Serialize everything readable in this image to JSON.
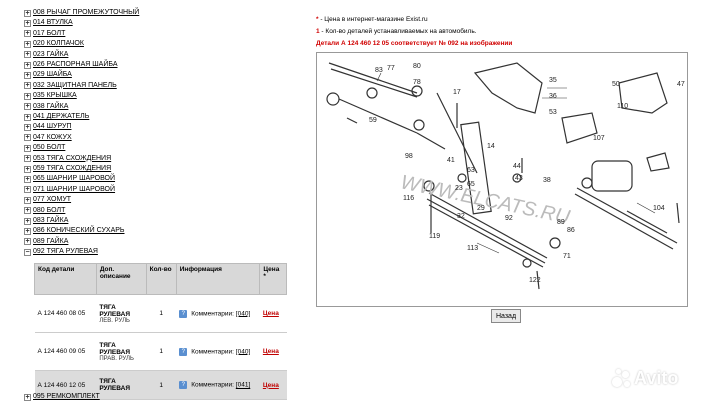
{
  "tree": [
    {
      "label": "008 РЫЧАГ ПРОМЕЖУТОЧНЫЙ",
      "expanded": false
    },
    {
      "label": "014 ВТУЛКА",
      "expanded": false
    },
    {
      "label": "017 БОЛТ",
      "expanded": false
    },
    {
      "label": "020 КОЛПАЧОК",
      "expanded": false
    },
    {
      "label": "023 ГАЙКА",
      "expanded": false
    },
    {
      "label": "026 РАСПОРНАЯ ШАЙБА",
      "expanded": false
    },
    {
      "label": "029 ШАЙБА",
      "expanded": false
    },
    {
      "label": "032 ЗАЩИТНАЯ ПАНЕЛЬ",
      "expanded": false
    },
    {
      "label": "035 КРЫШКА",
      "expanded": false
    },
    {
      "label": "038 ГАЙКА",
      "expanded": false
    },
    {
      "label": "041 ДЕРЖАТЕЛЬ",
      "expanded": false
    },
    {
      "label": "044 ШУРУП",
      "expanded": false
    },
    {
      "label": "047 КОЖУХ",
      "expanded": false
    },
    {
      "label": "050 БОЛТ",
      "expanded": false
    },
    {
      "label": "053 ТЯГА СХОЖДЕНИЯ",
      "expanded": false
    },
    {
      "label": "059 ТЯГА СХОЖДЕНИЯ",
      "expanded": false
    },
    {
      "label": "065 ШАРНИР ШАРОВОЙ",
      "expanded": false
    },
    {
      "label": "071 ШАРНИР ШАРОВОЙ",
      "expanded": false
    },
    {
      "label": "077 ХОМУТ",
      "expanded": false
    },
    {
      "label": "080 БОЛТ",
      "expanded": false
    },
    {
      "label": "083 ГАЙКА",
      "expanded": false
    },
    {
      "label": "086 КОНИЧЕСКИЙ СУХАРЬ",
      "expanded": false
    },
    {
      "label": "089 ГАЙКА",
      "expanded": false
    },
    {
      "label": "092 ТЯГА РУЛЕВАЯ",
      "expanded": true
    }
  ],
  "table": {
    "headers": [
      "Код детали",
      "Доп. описание",
      "Кол-во",
      "Информация",
      "Цена *"
    ],
    "rows": [
      {
        "code": "А 124 460 08 05",
        "name": "ТЯГА РУЛЕВАЯ",
        "sub": "ЛЕВ. РУЛЬ",
        "qty": "1",
        "info_label": "Комментарии:",
        "info_link": "[040]",
        "price": "Цена",
        "selected": false
      },
      {
        "code": "А 124 460 09 05",
        "name": "ТЯГА РУЛЕВАЯ",
        "sub": "ПРАВ. РУЛЬ",
        "qty": "1",
        "info_label": "Комментарии:",
        "info_link": "[040]",
        "price": "Цена",
        "selected": false
      },
      {
        "code": "А 124 460 12 05",
        "name": "ТЯГА РУЛЕВАЯ",
        "sub": "",
        "qty": "1",
        "info_label": "Комментарии:",
        "info_link": "[041]",
        "price": "Цена",
        "selected": true
      }
    ]
  },
  "bottom_item": {
    "label": "095 РЕМКОМПЛЕКТ"
  },
  "legend": {
    "star": "*",
    "star_text": " - Цена в интернет-магазине Exist.ru",
    "one": "1",
    "one_text": " - Кол-во деталей устанавливаемых на автомобиль.",
    "match_text": "Детали А 124 460 12 05 соответствует № 092 на изображении"
  },
  "diagram": {
    "watermark": "WWW.ELCATS.RU",
    "labels": [
      "83",
      "77",
      "80",
      "78",
      "17",
      "35",
      "36",
      "53",
      "59",
      "14",
      "98",
      "44",
      "43",
      "38",
      "65",
      "116",
      "119",
      "113",
      "92",
      "71",
      "122",
      "104",
      "107",
      "110",
      "50",
      "47",
      "23",
      "63",
      "41",
      "29",
      "32",
      "89",
      "86"
    ]
  },
  "back_button": "Назад",
  "watermark_logo": "Avito",
  "colors": {
    "price": "#c00000",
    "legend_red": "#d00000",
    "header_bg": "#d8d8d8"
  }
}
